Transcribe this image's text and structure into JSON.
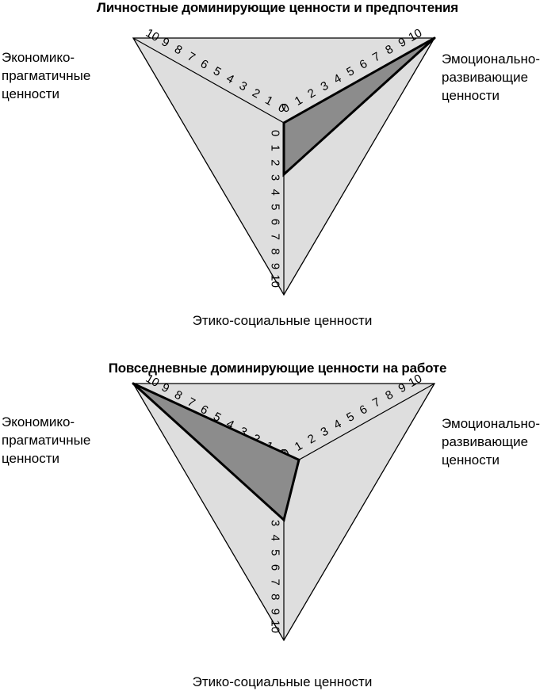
{
  "chart_data": [
    {
      "type": "radar",
      "title": "Личностные доминирующие ценности и предпочтения",
      "axes": [
        {
          "name": "Экономико-прагматичные ценности",
          "lines": [
            "Экономико-",
            "прагматичные",
            "ценности"
          ]
        },
        {
          "name": "Эмоционально-развивающие ценности",
          "lines": [
            "Эмоционально-",
            "развивающие",
            "ценности"
          ]
        },
        {
          "name": "Этико-социальные ценности",
          "lines": [
            "Этико-социальные ценности"
          ]
        }
      ],
      "scale_min": 0,
      "scale_max": 10,
      "tick_labels": [
        "10",
        "9",
        "8",
        "7",
        "6",
        "5",
        "4",
        "3",
        "2",
        "1",
        "0"
      ],
      "series": [
        {
          "values": [
            0,
            10,
            3
          ]
        }
      ],
      "fill_color": "#8c8c8c",
      "background_color": "#dedede"
    },
    {
      "type": "radar",
      "title": "Повседневные доминирующие ценности на работе",
      "axes": [
        {
          "name": "Экономико-прагматичные ценности",
          "lines": [
            "Экономико-",
            "прагматичные",
            "ценности"
          ]
        },
        {
          "name": "Эмоционально-развивающие ценности",
          "lines": [
            "Эмоционально-",
            "развивающие",
            "ценности"
          ]
        },
        {
          "name": "Этико-социальные ценности",
          "lines": [
            "Этико-социальные ценности"
          ]
        }
      ],
      "scale_min": 0,
      "scale_max": 10,
      "tick_labels": [
        "10",
        "9",
        "8",
        "7",
        "6",
        "5",
        "4",
        "3",
        "2",
        "1",
        "0"
      ],
      "series": [
        {
          "values": [
            10,
            1,
            3
          ]
        }
      ],
      "fill_color": "#8c8c8c",
      "background_color": "#dedede"
    }
  ]
}
